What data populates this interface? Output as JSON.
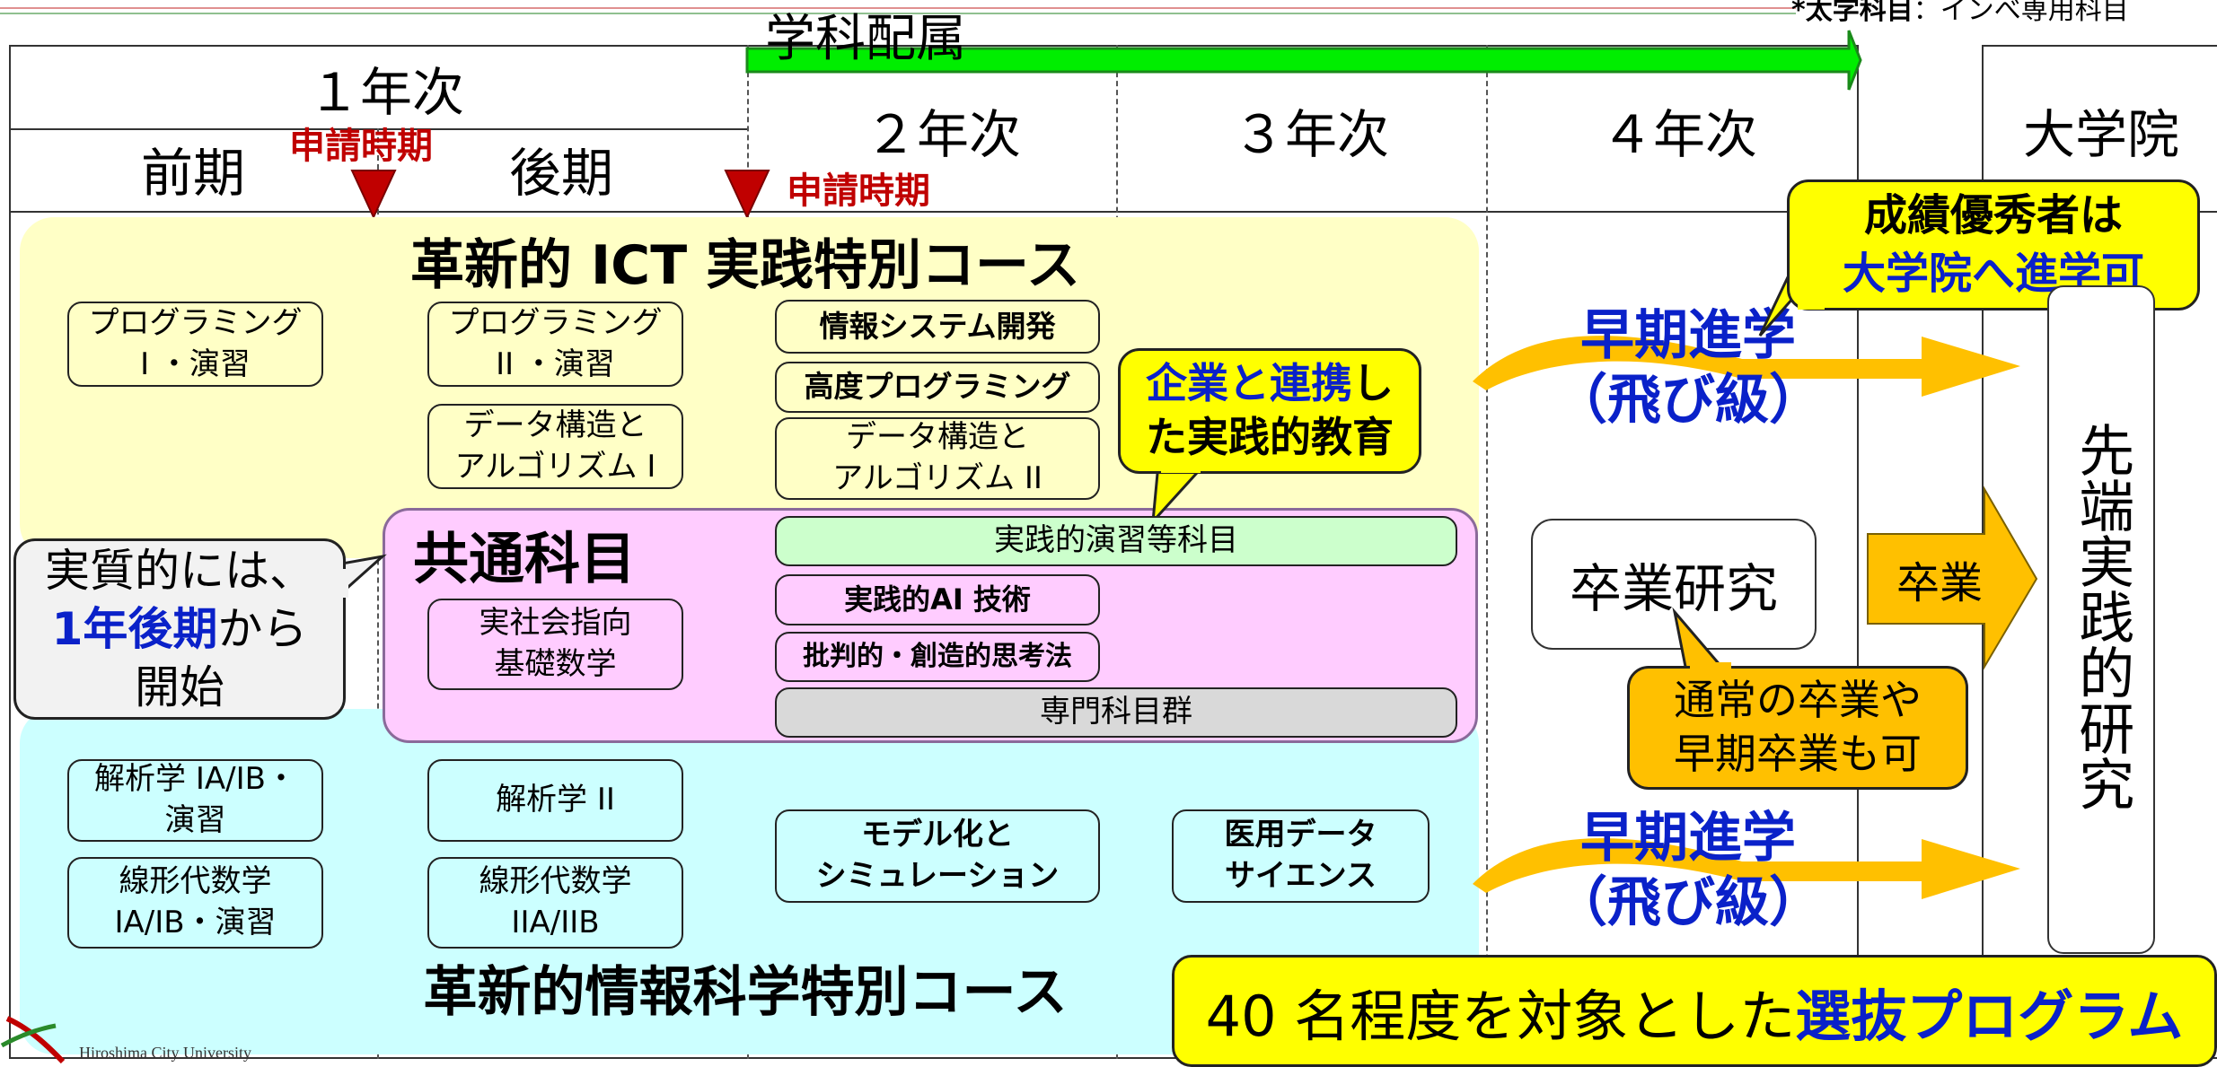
{
  "top_note": {
    "bold": "*太学科目",
    "rest": "：インべ専用科目"
  },
  "dept_assignment": "学科配属",
  "years": {
    "year1": "１年次",
    "first_half": "前期",
    "second_half": "後期",
    "year2": "２年次",
    "year3": "３年次",
    "year4": "４年次",
    "graduate": "大学院"
  },
  "application": {
    "label1": "申請時期",
    "label2": "申請時期"
  },
  "ict_course": {
    "title": "革新的 ICT 実践特別コース"
  },
  "ict_subjects": {
    "prog1": "プログラミング\nI ・演習",
    "prog2": "プログラミング\nII ・演習",
    "ds1": "データ構造と\nアルゴリズム I",
    "infosys": "情報システム開発",
    "advprog": "高度プログラミング",
    "ds2": "データ構造と\nアルゴリズム II"
  },
  "industry_callout": {
    "blue": "企業と連携",
    "rest": "し\nた実践的教育"
  },
  "common": {
    "title": "共通科目",
    "math": "実社会指向\n基礎数学",
    "practice": "実践的演習等科目",
    "ai": "実践的AI 技術",
    "critical": "批判的・創造的思考法",
    "specialized": "専門科目群"
  },
  "left_callout": {
    "line1": "実質的には、",
    "blue": "1年後期",
    "after_blue": "から",
    "line3": "開始"
  },
  "info_course": {
    "title": "革新的情報科学特別コース"
  },
  "info_subjects": {
    "analysis1": "解析学 IA/IB・\n演習",
    "analysis2": "解析学 II",
    "linalg1": "線形代数学\nIA/IB・演習",
    "linalg2": "線形代数学\nIIA/IIB",
    "modeling": "モデル化と\nシミュレーション",
    "medical": "医用データ\nサイエンス"
  },
  "early_advance": {
    "line1": "早期進学",
    "line2": "（飛び級）"
  },
  "honors_callout": {
    "line1": "成績優秀者は",
    "line2": "大学院へ進学可"
  },
  "graduation_research": "卒業研究",
  "graduation": "卒業",
  "advanced_research": "先端実践的研究",
  "normal_grad_callout": "通常の卒業や\n早期卒業も可",
  "selection_banner": {
    "prefix": "40 名程度を対象とした",
    "blue": "選抜プログラム"
  },
  "logo_text": "Hiroshima City University",
  "colors": {
    "ict_bg": "#ffffc6",
    "common_bg": "#ffccff",
    "info_bg": "#ccffff",
    "green_arrow": "#00ee00",
    "red": "#c00000",
    "orange": "#ffc000",
    "yellow_callout": "#ffff00",
    "blue_text": "#0a21c9",
    "practice_bg": "#ccffcc",
    "specialized_bg": "#d9d9d9"
  }
}
